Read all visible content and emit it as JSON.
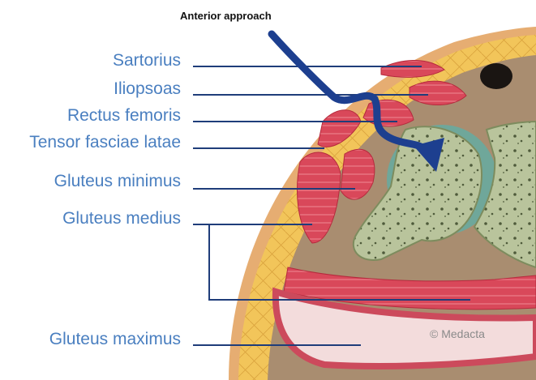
{
  "title": "Anterior approach",
  "labels": {
    "sartorius": "Sartorius",
    "iliopsoas": "Iliopsoas",
    "rectus_femoris": "Rectus femoris",
    "tensor_fasciae_latae": "Tensor fasciae latae",
    "gluteus_minimus": "Gluteus minimus",
    "gluteus_medius": "Gluteus medius",
    "gluteus_maximus": "Gluteus maximus"
  },
  "copyright": "© Medacta",
  "colors": {
    "label_text": "#4a7fc0",
    "leader_lines": "#1f3d7a",
    "arrow": "#1d3f8f",
    "fat": "#f2c55a",
    "muscle": "#d9485a",
    "bone": "#b8c39a",
    "capsule": "#6fa79a",
    "skin": "#e3a66a",
    "tissue": "#a48a6e"
  }
}
